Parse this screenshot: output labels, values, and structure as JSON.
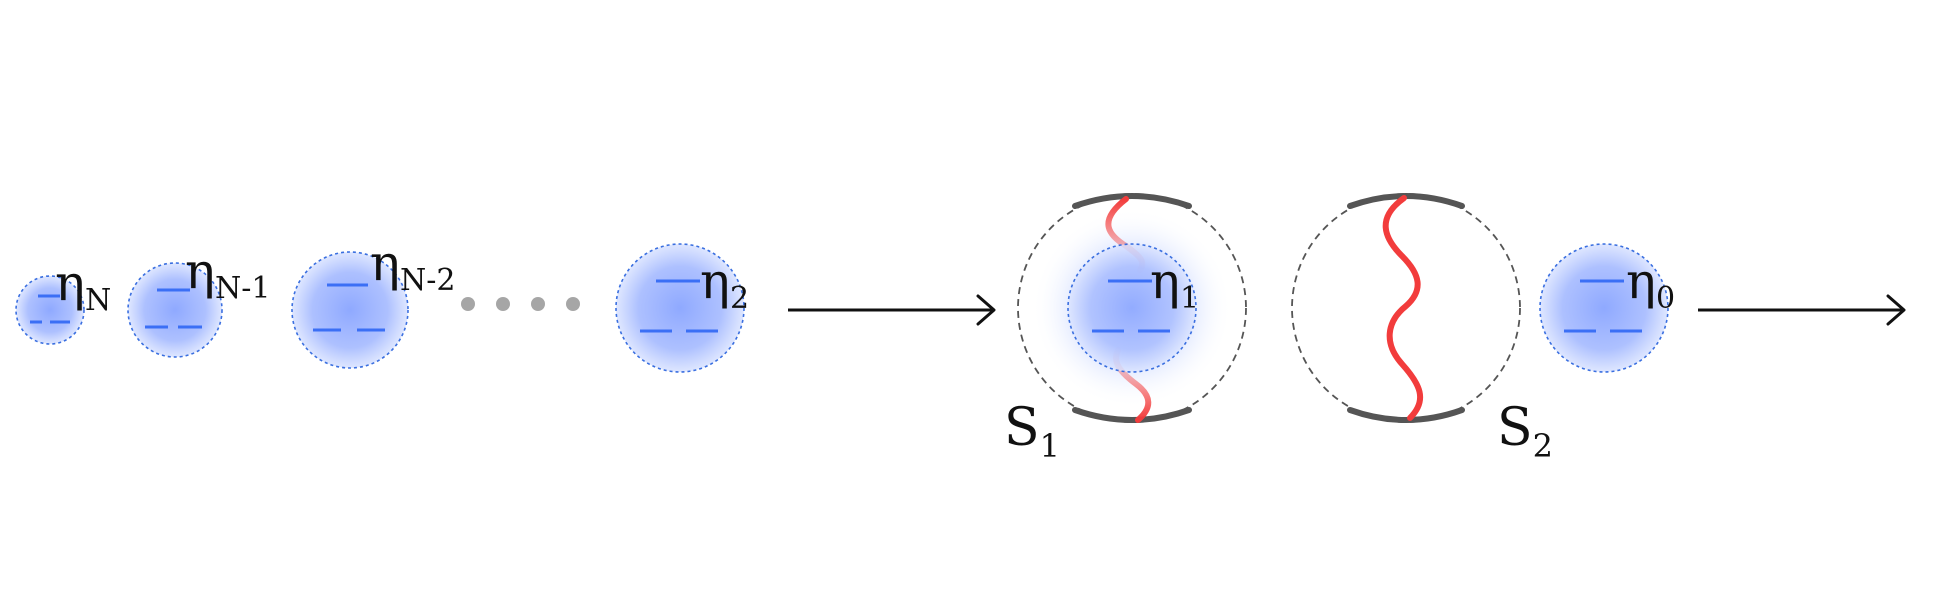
{
  "atoms": [
    {
      "symbol": "η",
      "subscript": "N"
    },
    {
      "symbol": "η",
      "subscript": "N-1"
    },
    {
      "symbol": "η",
      "subscript": "N-2"
    },
    {
      "symbol": "η",
      "subscript": "2"
    },
    {
      "symbol": "η",
      "subscript": "1"
    },
    {
      "symbol": "η",
      "subscript": "0"
    }
  ],
  "cavities": [
    {
      "symbol": "S",
      "subscript": "1"
    },
    {
      "symbol": "S",
      "subscript": "2"
    }
  ],
  "colors": {
    "atom_fill": "#9fb6ff",
    "atom_outline": "#3a6fe0",
    "level_line": "#3b6ff5",
    "photon": "#f23c3c",
    "mirror": "#555555",
    "cavity_outline": "#555555",
    "dots": "#a6a6a6",
    "arrow": "#111111"
  }
}
